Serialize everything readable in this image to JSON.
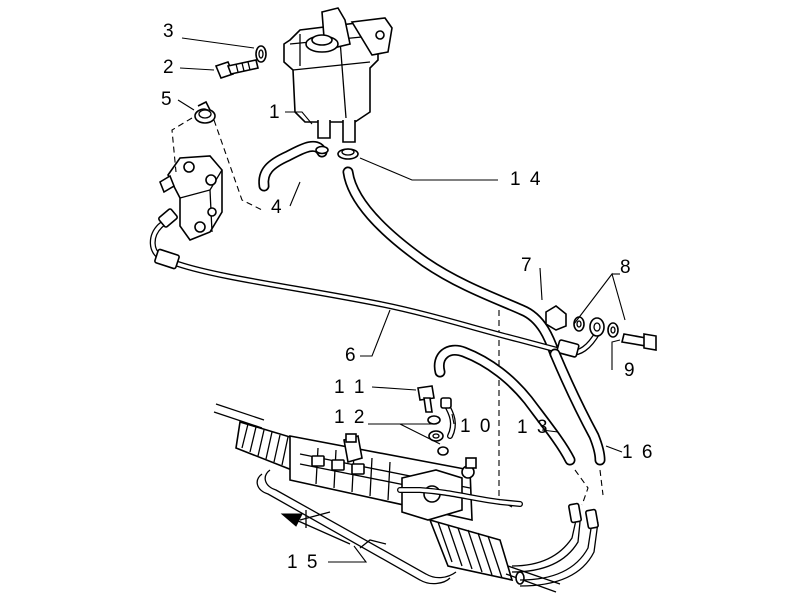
{
  "diagram": {
    "callouts": {
      "c1": "1",
      "c2": "2",
      "c3": "3",
      "c4": "4",
      "c5": "5",
      "c6": "6",
      "c7": "7",
      "c8": "8",
      "c9": "9",
      "c10": "1 0",
      "c11": "1 1",
      "c12": "1 2",
      "c13": "1 3",
      "c14": "1 4",
      "c15": "1 5",
      "c16": "1 6"
    }
  }
}
